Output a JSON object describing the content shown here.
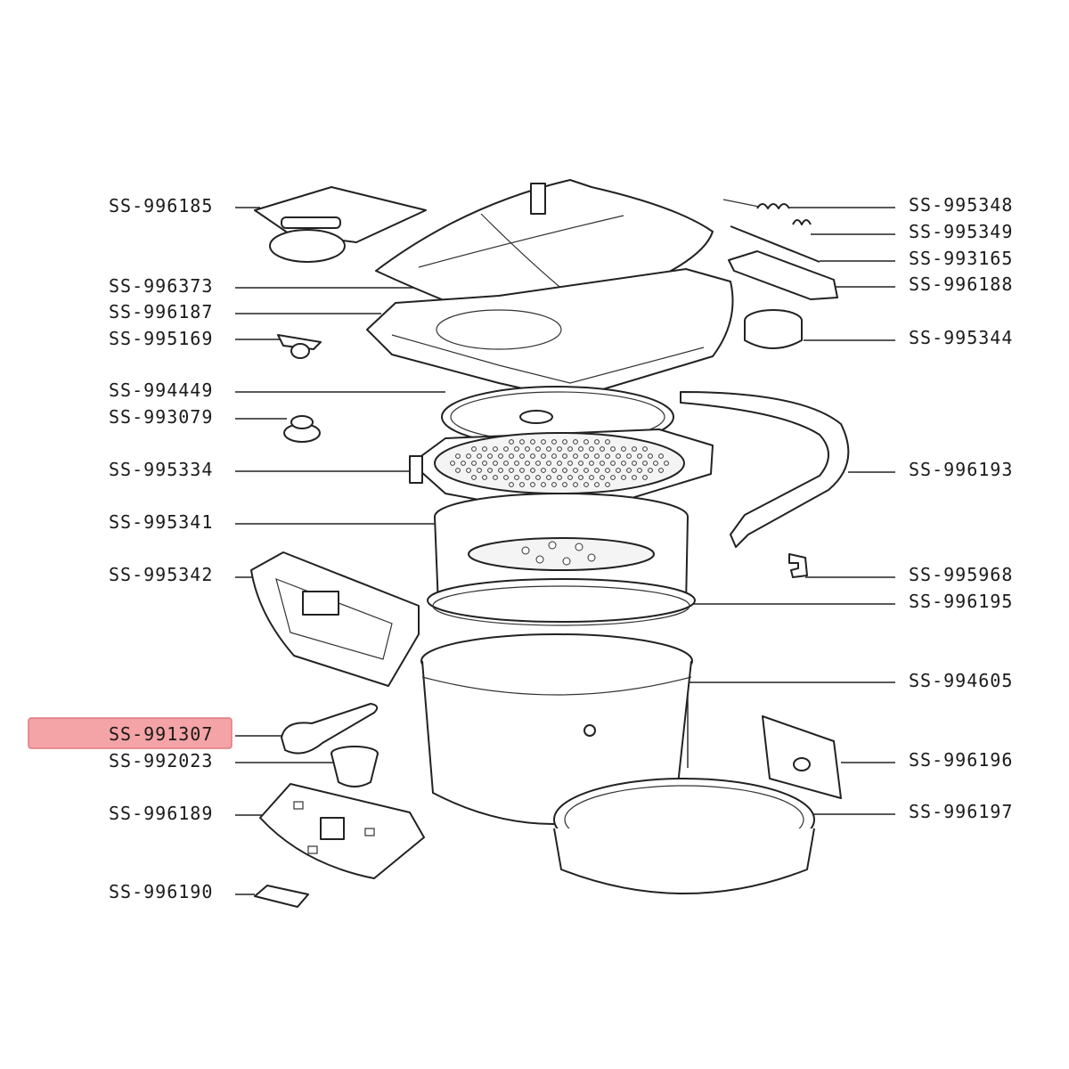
{
  "diagram": {
    "highlighted_label": "SS-991307",
    "colors": {
      "highlight": "#f4a3a6",
      "line": "#222222",
      "text": "#1a1a1a"
    },
    "labels_left": [
      {
        "id": "996185",
        "text": "SS-996185"
      },
      {
        "id": "996373",
        "text": "SS-996373"
      },
      {
        "id": "996187",
        "text": "SS-996187"
      },
      {
        "id": "995169",
        "text": "SS-995169"
      },
      {
        "id": "994449",
        "text": "SS-994449"
      },
      {
        "id": "993079",
        "text": "SS-993079"
      },
      {
        "id": "995334",
        "text": "SS-995334"
      },
      {
        "id": "995341",
        "text": "SS-995341"
      },
      {
        "id": "995342",
        "text": "SS-995342"
      },
      {
        "id": "991307",
        "text": "SS-991307"
      },
      {
        "id": "992023",
        "text": "SS-992023"
      },
      {
        "id": "996189",
        "text": "SS-996189"
      },
      {
        "id": "996190",
        "text": "SS-996190"
      }
    ],
    "labels_right": [
      {
        "id": "995348",
        "text": "SS-995348"
      },
      {
        "id": "995349",
        "text": "SS-995349"
      },
      {
        "id": "993165",
        "text": "SS-993165"
      },
      {
        "id": "996188",
        "text": "SS-996188"
      },
      {
        "id": "995344",
        "text": "SS-995344"
      },
      {
        "id": "996193",
        "text": "SS-996193"
      },
      {
        "id": "995968",
        "text": "SS-995968"
      },
      {
        "id": "996195",
        "text": "SS-996195"
      },
      {
        "id": "994605",
        "text": "SS-994605"
      },
      {
        "id": "996196",
        "text": "SS-996196"
      },
      {
        "id": "996197",
        "text": "SS-996197"
      }
    ]
  }
}
